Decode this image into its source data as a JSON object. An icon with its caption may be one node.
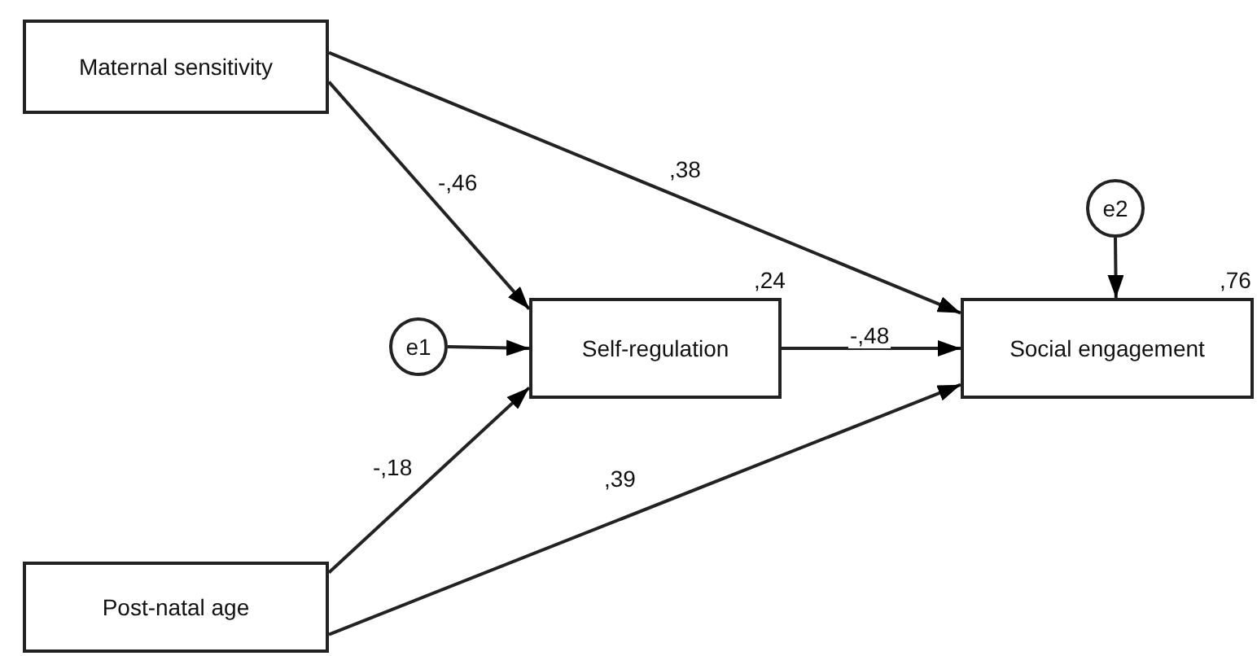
{
  "diagram": {
    "nodes": [
      {
        "text": [
          "Maternal sensitivity"
        ]
      },
      {
        "text": [
          "e1"
        ]
      },
      {
        "text": [
          "Self-regulation"
        ],
        "beside": [
          ",24"
        ]
      },
      {
        "text": [
          "e2"
        ]
      },
      {
        "text": [
          "Social engagement"
        ],
        "beside": [
          ",76"
        ]
      },
      {
        "text": [
          "Post-natal age"
        ]
      }
    ],
    "edges": [
      {
        "from": 0,
        "to": 2,
        "arrow": "to",
        "label": "-,46"
      },
      {
        "from": 0,
        "to": 4,
        "arrow": "to",
        "label": ",38"
      },
      {
        "from": 1,
        "to": 2,
        "arrow": "to"
      },
      {
        "from": 2,
        "to": 4,
        "arrow": "to",
        "label": "-,48"
      },
      {
        "from": 3,
        "to": 4,
        "arrow": "to"
      },
      {
        "from": 5,
        "to": 2,
        "arrow": "to",
        "label": "-,18"
      },
      {
        "from": 5,
        "to": 4,
        "arrow": "to",
        "label": ",39"
      }
    ]
  }
}
